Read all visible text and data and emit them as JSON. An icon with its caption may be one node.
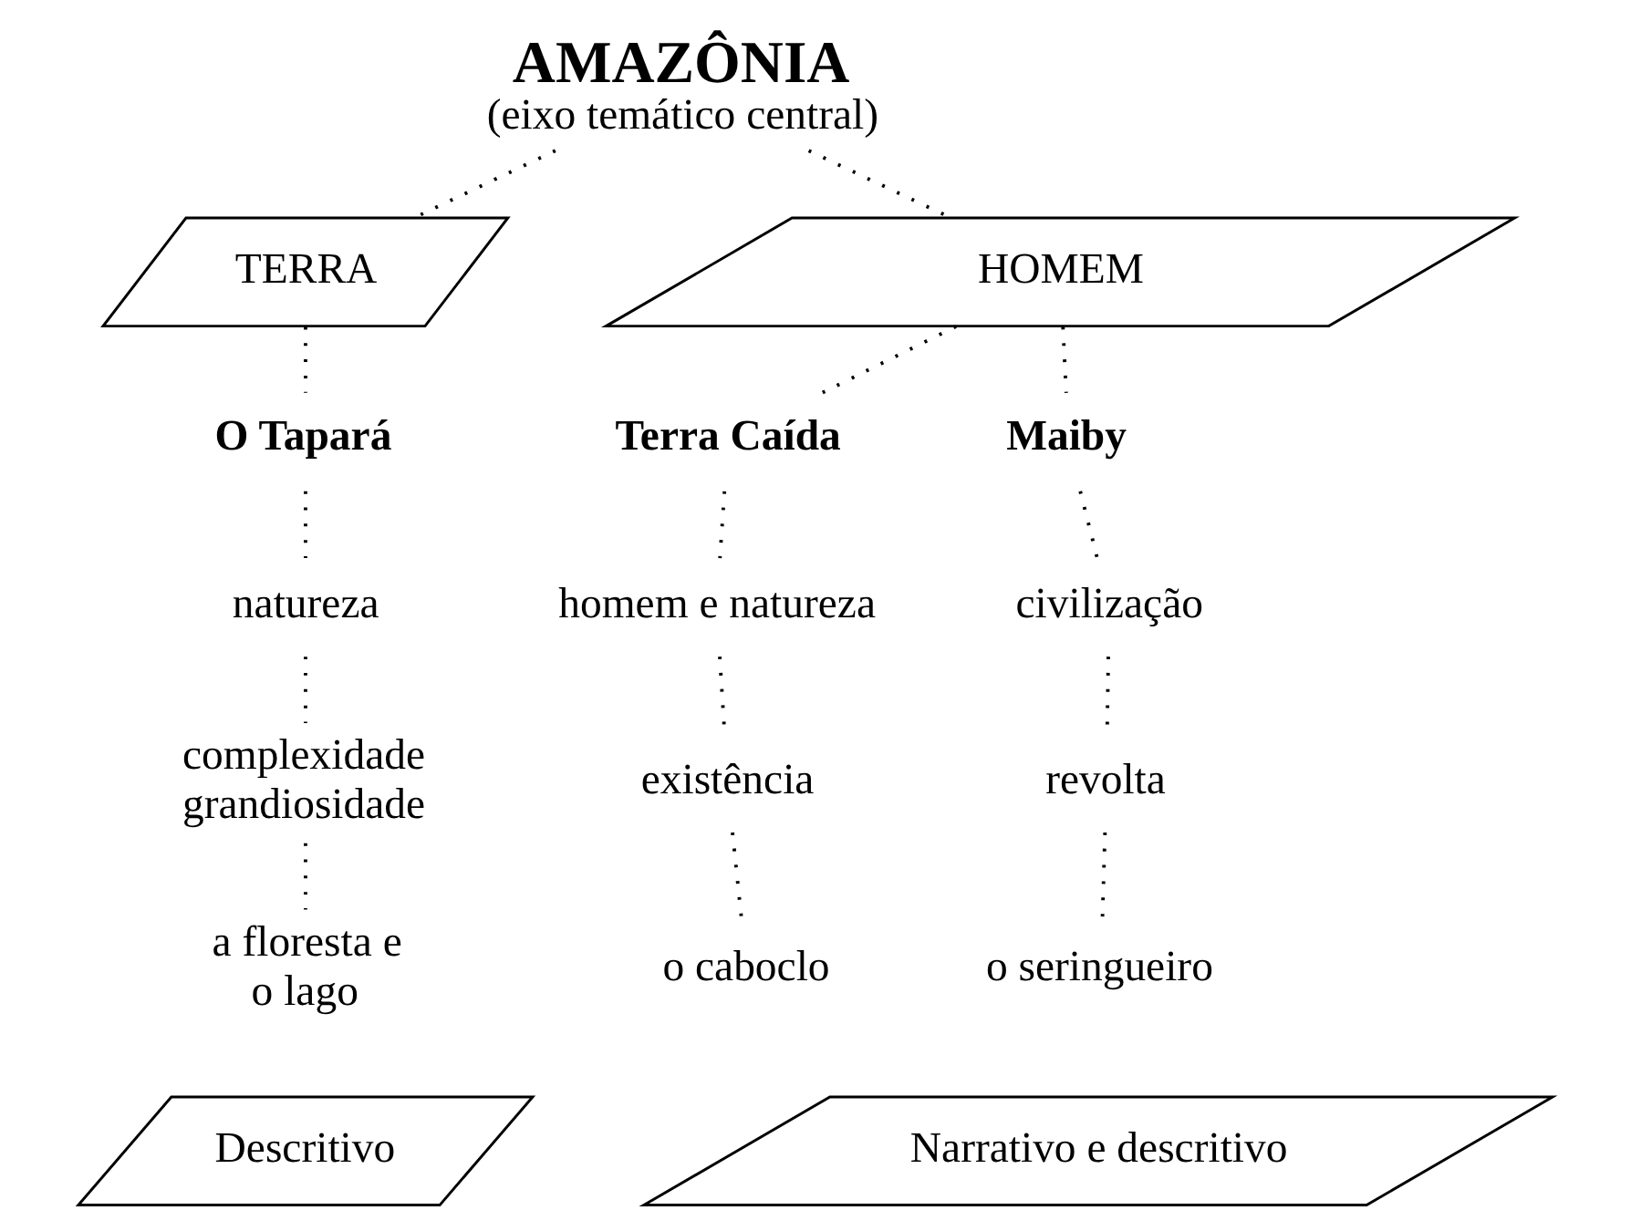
{
  "diagram": {
    "nodes": [
      {
        "text": [
          "AMAZÔNIA",
          "(eixo temático central)"
        ]
      },
      {
        "text": [
          "TERRA"
        ]
      },
      {
        "text": [
          "HOMEM"
        ]
      },
      {
        "text": [
          "O Tapará"
        ]
      },
      {
        "text": [
          "natureza"
        ]
      },
      {
        "text": [
          "complexidade grandiosidade"
        ]
      },
      {
        "text": [
          "a floresta e o lago"
        ]
      },
      {
        "text": [
          "Terra Caída"
        ]
      },
      {
        "text": [
          "homem e natureza"
        ]
      },
      {
        "text": [
          "existência"
        ]
      },
      {
        "text": [
          "o caboclo"
        ]
      },
      {
        "text": [
          "Maiby"
        ]
      },
      {
        "text": [
          "civilização"
        ]
      },
      {
        "text": [
          "revolta"
        ]
      },
      {
        "text": [
          "o seringueiro"
        ]
      },
      {
        "text": [
          "Descritivo"
        ]
      },
      {
        "text": [
          "Narrativo e descritivo"
        ]
      }
    ],
    "edges": [
      {
        "from": 0,
        "to": 1,
        "arrow": "none",
        "style": "dashed"
      },
      {
        "from": 0,
        "to": 2,
        "arrow": "none",
        "style": "dashed"
      },
      {
        "from": 1,
        "to": 3,
        "arrow": "none",
        "style": "dashed"
      },
      {
        "from": 3,
        "to": 4,
        "arrow": "none",
        "style": "dashed"
      },
      {
        "from": 4,
        "to": 5,
        "arrow": "none",
        "style": "dashed"
      },
      {
        "from": 5,
        "to": 6,
        "arrow": "none",
        "style": "dashed"
      },
      {
        "from": 2,
        "to": 7,
        "arrow": "none",
        "style": "dashed"
      },
      {
        "from": 2,
        "to": 11,
        "arrow": "none",
        "style": "dashed"
      },
      {
        "from": 7,
        "to": 8,
        "arrow": "none",
        "style": "dashed"
      },
      {
        "from": 8,
        "to": 9,
        "arrow": "none",
        "style": "dashed"
      },
      {
        "from": 9,
        "to": 10,
        "arrow": "none",
        "style": "dashed"
      },
      {
        "from": 11,
        "to": 12,
        "arrow": "none",
        "style": "dashed"
      },
      {
        "from": 12,
        "to": 13,
        "arrow": "none",
        "style": "dashed"
      },
      {
        "from": 13,
        "to": 14,
        "arrow": "none",
        "style": "dashed"
      }
    ]
  }
}
